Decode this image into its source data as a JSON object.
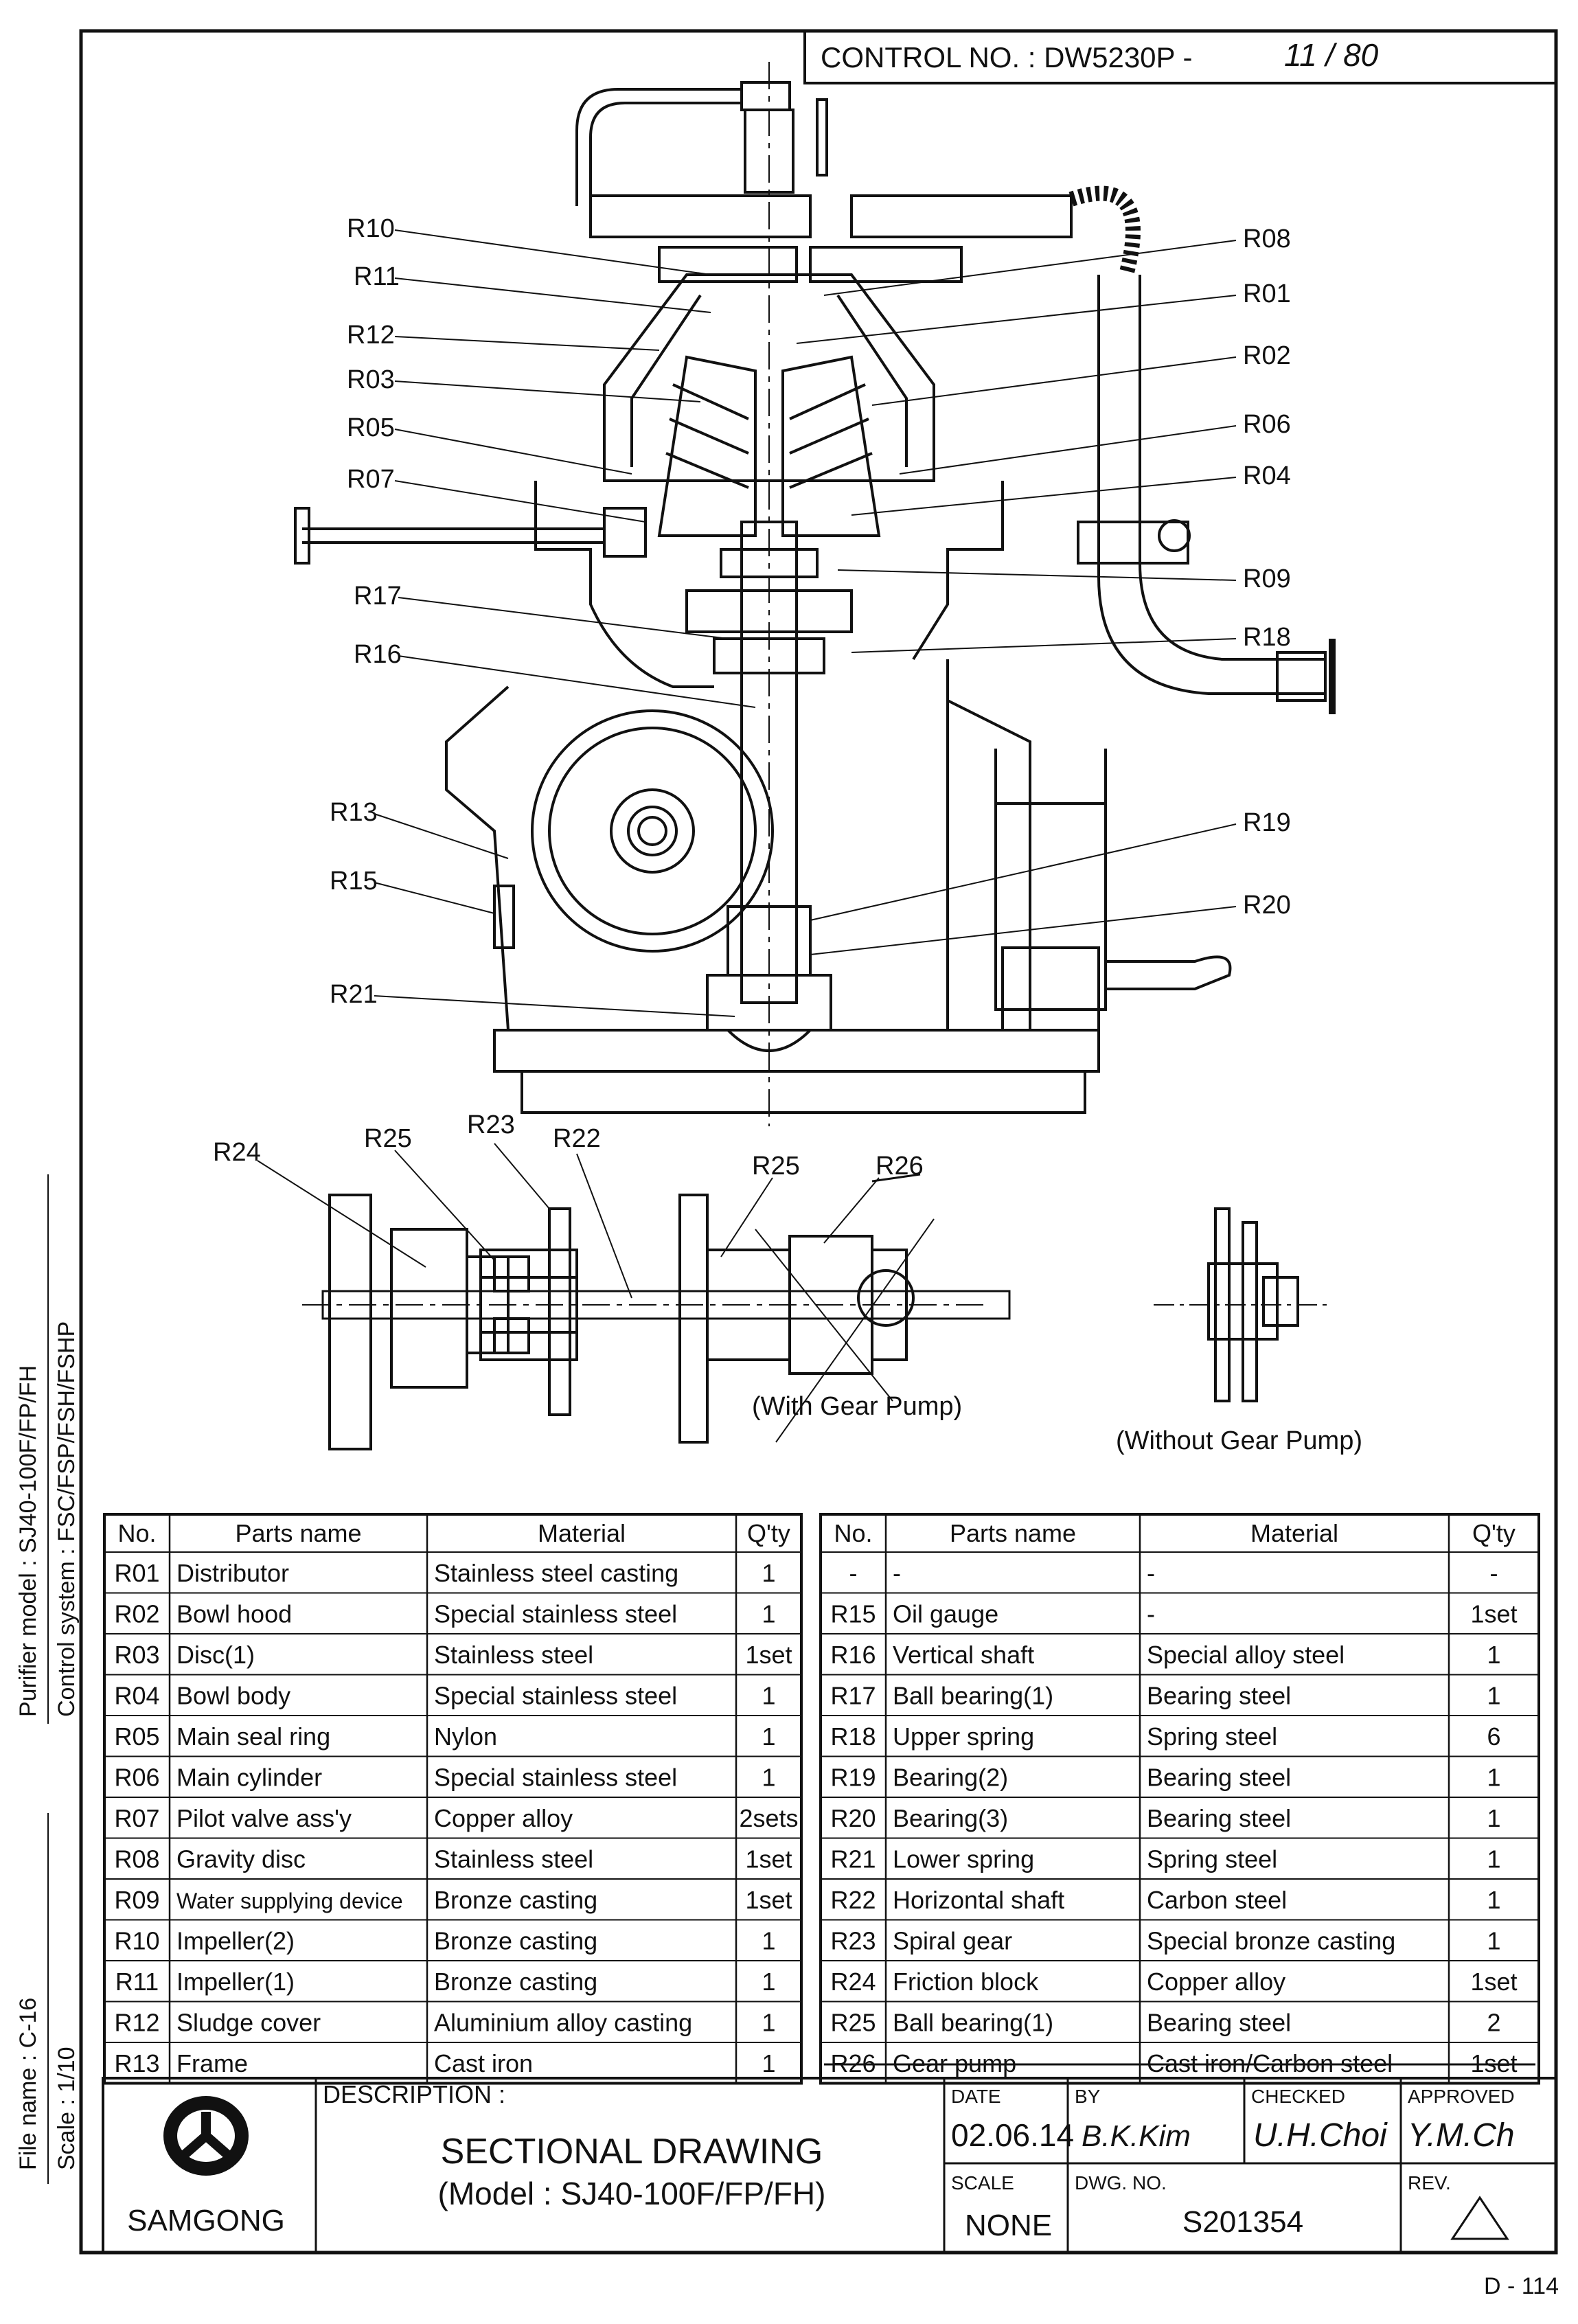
{
  "control": {
    "label": "CONTROL NO. : DW5230P  -",
    "handwritten": "11 / 80"
  },
  "callouts": {
    "R10": "R10",
    "R11": "R11",
    "R12": "R12",
    "R03": "R03",
    "R05": "R05",
    "R07": "R07",
    "R17": "R17",
    "R16": "R16",
    "R13": "R13",
    "R15": "R15",
    "R21": "R21",
    "R08": "R08",
    "R01": "R01",
    "R02": "R02",
    "R06": "R06",
    "R04": "R04",
    "R09": "R09",
    "R18": "R18",
    "R19": "R19",
    "R20": "R20",
    "R24": "R24",
    "R25a": "R25",
    "R23": "R23",
    "R22": "R22",
    "R25b": "R25",
    "R26": "R26"
  },
  "captions": {
    "with_pump": "(With Gear Pump)",
    "without_pump": "(Without Gear Pump)"
  },
  "side_text": {
    "purifier_model": "Purifier model : SJ40-100F/FP/FH",
    "control_system": "Control system : FSC/FSP/FSH/FSHP",
    "file_name": "File name : C-16",
    "scale": "Scale     : 1/10"
  },
  "parts_table": {
    "headers": [
      "No.",
      "Parts name",
      "Material",
      "Q'ty"
    ],
    "left": [
      [
        "R01",
        "Distributor",
        "Stainless steel casting",
        "1"
      ],
      [
        "R02",
        "Bowl hood",
        "Special stainless steel",
        "1"
      ],
      [
        "R03",
        "Disc(1)",
        "Stainless steel",
        "1set"
      ],
      [
        "R04",
        "Bowl body",
        "Special stainless steel",
        "1"
      ],
      [
        "R05",
        "Main seal ring",
        "Nylon",
        "1"
      ],
      [
        "R06",
        "Main cylinder",
        "Special stainless steel",
        "1"
      ],
      [
        "R07",
        "Pilot valve ass'y",
        "Copper alloy",
        "2sets"
      ],
      [
        "R08",
        "Gravity disc",
        "Stainless steel",
        "1set"
      ],
      [
        "R09",
        "Water supplying device",
        "Bronze casting",
        "1set"
      ],
      [
        "R10",
        "Impeller(2)",
        "Bronze casting",
        "1"
      ],
      [
        "R11",
        "Impeller(1)",
        "Bronze casting",
        "1"
      ],
      [
        "R12",
        "Sludge cover",
        "Aluminium alloy casting",
        "1"
      ],
      [
        "R13",
        "Frame",
        "Cast iron",
        "1"
      ]
    ],
    "right": [
      [
        "-",
        "-",
        "-",
        "-"
      ],
      [
        "R15",
        "Oil gauge",
        "-",
        "1set"
      ],
      [
        "R16",
        "Vertical shaft",
        "Special alloy steel",
        "1"
      ],
      [
        "R17",
        "Ball bearing(1)",
        "Bearing steel",
        "1"
      ],
      [
        "R18",
        "Upper spring",
        "Spring steel",
        "6"
      ],
      [
        "R19",
        "Bearing(2)",
        "Bearing steel",
        "1"
      ],
      [
        "R20",
        "Bearing(3)",
        "Bearing steel",
        "1"
      ],
      [
        "R21",
        "Lower spring",
        "Spring steel",
        "1"
      ],
      [
        "R22",
        "Horizontal shaft",
        "Carbon steel",
        "1"
      ],
      [
        "R23",
        "Spiral gear",
        "Special bronze casting",
        "1"
      ],
      [
        "R24",
        "Friction block",
        "Copper alloy",
        "1set"
      ],
      [
        "R25",
        "Ball bearing(1)",
        "Bearing steel",
        "2"
      ],
      [
        "R26",
        "Gear pump",
        "Cast iron/Carbon steel",
        "1set"
      ]
    ]
  },
  "title_block": {
    "company": "SAMGONG",
    "description_label": "DESCRIPTION :",
    "title": "SECTIONAL DRAWING",
    "model": "(Model : SJ40-100F/FP/FH)",
    "date_label": "DATE",
    "date": "02.06.14",
    "by_label": "BY",
    "by": "B.K.Kim",
    "checked_label": "CHECKED",
    "checked": "U.H.Choi",
    "approved_label": "APPROVED",
    "approved": "Y.M.Ch",
    "scale_label": "SCALE",
    "scale": "NONE",
    "dwg_label": "DWG. NO.",
    "dwg_no": "S201354",
    "rev_label": "REV."
  },
  "page_number": "D - 114"
}
